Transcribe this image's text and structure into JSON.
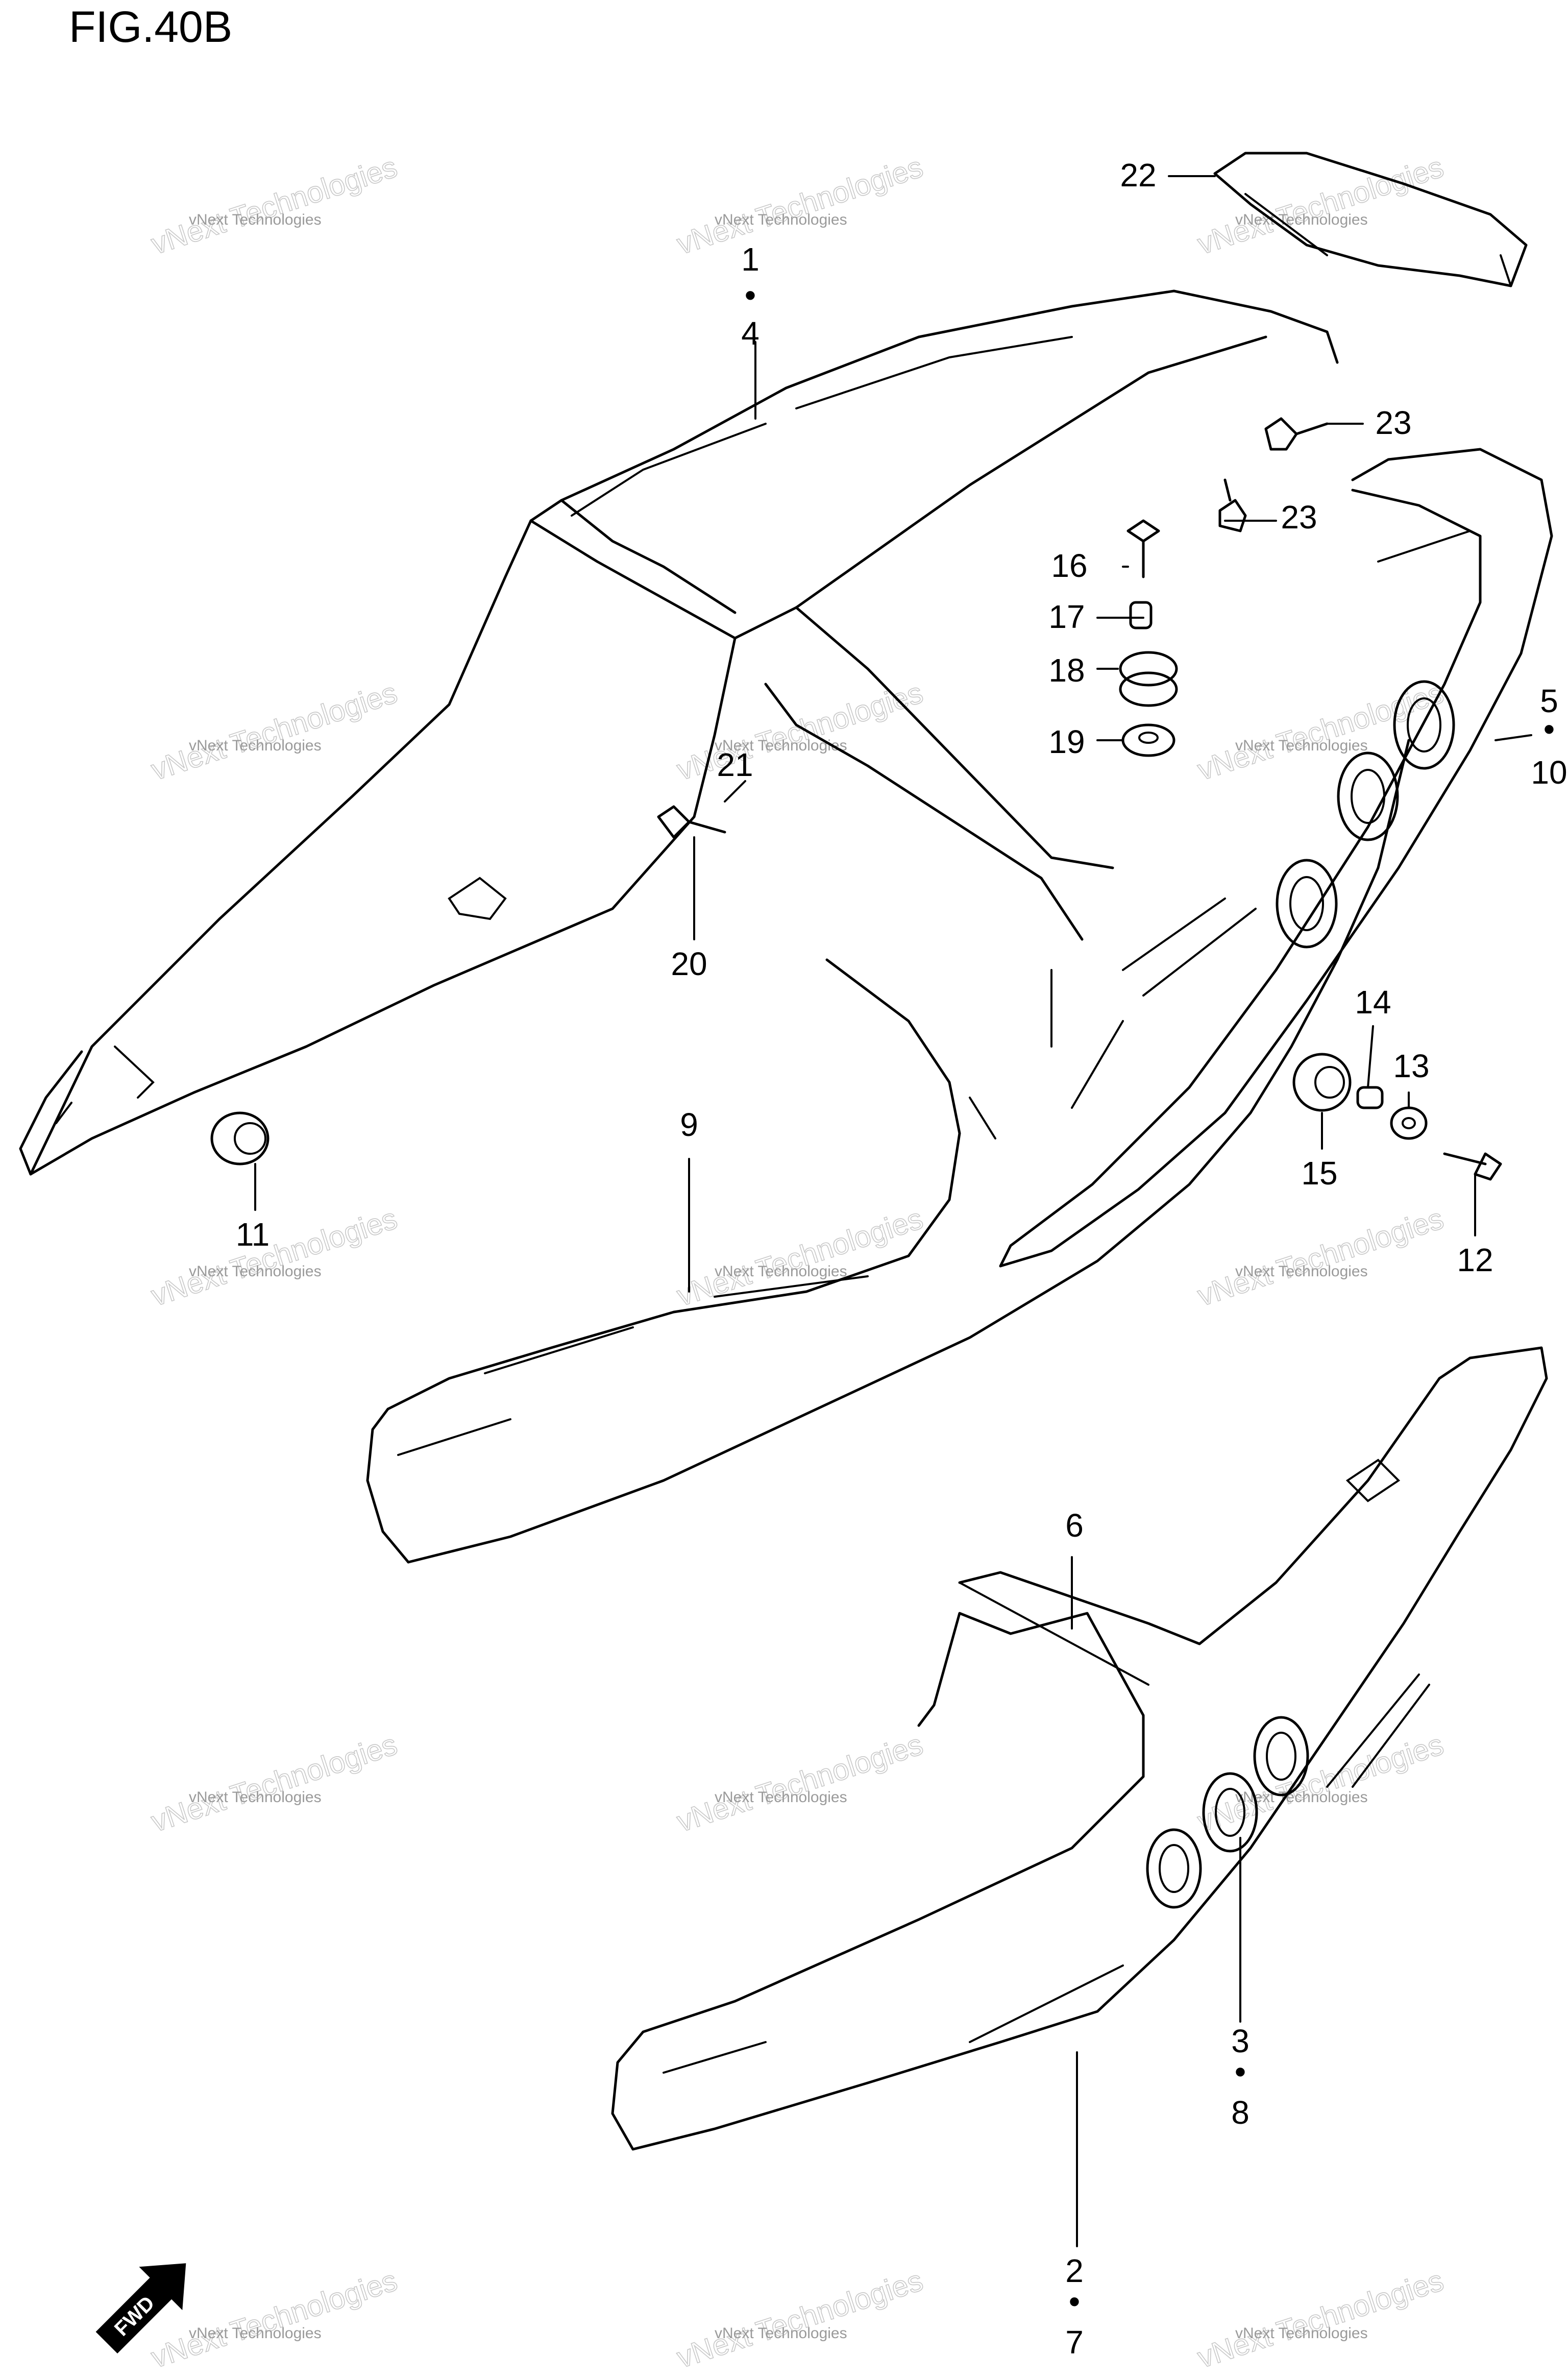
{
  "figure": {
    "title": "FIG.40B"
  },
  "callouts": [
    {
      "id": "p1-4",
      "lines": [
        "1",
        "•",
        "4"
      ]
    },
    {
      "id": "p22",
      "lines": [
        "22"
      ]
    },
    {
      "id": "p23a",
      "lines": [
        "23"
      ]
    },
    {
      "id": "p23b",
      "lines": [
        "23"
      ]
    },
    {
      "id": "p16",
      "lines": [
        "16"
      ]
    },
    {
      "id": "p17",
      "lines": [
        "17"
      ]
    },
    {
      "id": "p18",
      "lines": [
        "18"
      ]
    },
    {
      "id": "p19",
      "lines": [
        "19"
      ]
    },
    {
      "id": "p5-10",
      "lines": [
        "5",
        "•",
        "10"
      ]
    },
    {
      "id": "p21",
      "lines": [
        "21"
      ]
    },
    {
      "id": "p20",
      "lines": [
        "20"
      ]
    },
    {
      "id": "p9",
      "lines": [
        "9"
      ]
    },
    {
      "id": "p11",
      "lines": [
        "11"
      ]
    },
    {
      "id": "p14",
      "lines": [
        "14"
      ]
    },
    {
      "id": "p13",
      "lines": [
        "13"
      ]
    },
    {
      "id": "p15",
      "lines": [
        "15"
      ]
    },
    {
      "id": "p12",
      "lines": [
        "12"
      ]
    },
    {
      "id": "p6",
      "lines": [
        "6"
      ]
    },
    {
      "id": "p3-8",
      "lines": [
        "3",
        "•",
        "8"
      ]
    },
    {
      "id": "p2-7",
      "lines": [
        "2",
        "•",
        "7"
      ]
    }
  ],
  "watermark": {
    "small": "vNext Technologies",
    "big": "vNext Technologies"
  },
  "fwd_badge": {
    "label": "FWD"
  }
}
